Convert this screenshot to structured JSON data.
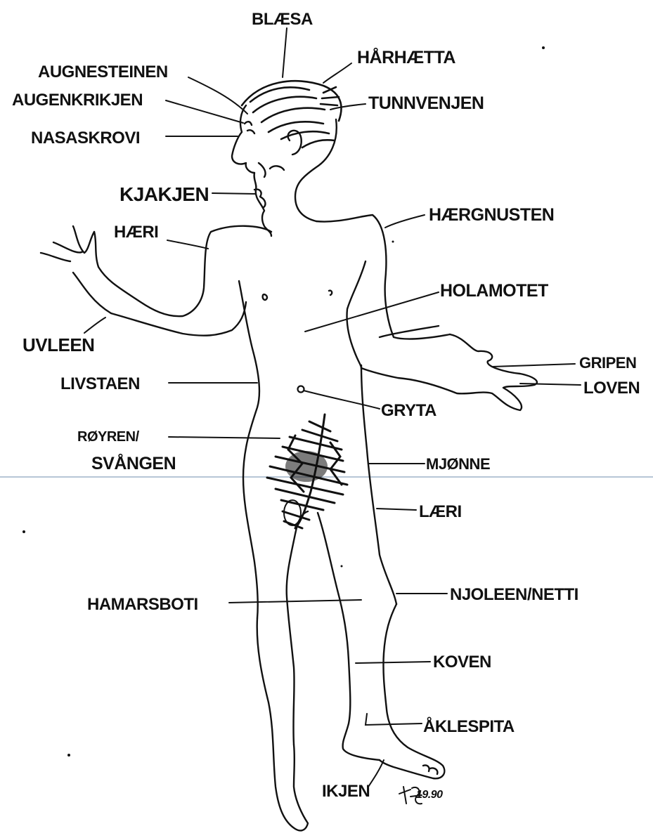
{
  "labels": {
    "blaesa": "BLÆSA",
    "harhaetta": "HÅRHÆTTA",
    "augnesteinen": "AUGNESTEINEN",
    "augenkrikjen": "AUGENKRIKJEN",
    "tunnvenjen": "TUNNVENJEN",
    "nasaskrovi": "NASASKROVI",
    "kjakjen": "KJAKJEN",
    "haergnusten": "HÆRGNUSTEN",
    "haeri": "HÆRI",
    "holamotet": "HOLAMOTET",
    "uvleen": "UVLEEN",
    "gripen": "GRIPEN",
    "livstaen": "LIVSTAEN",
    "loven": "LOVEN",
    "gryta": "GRYTA",
    "royren": "RØYREN/",
    "svangen": "SVÅNGEN",
    "mjonne": "MJØNNE",
    "laeri": "LÆRI",
    "hamarsboti": "HAMARSBOTI",
    "njoleen": "NJOLEEN/NETTI",
    "koven": "KOVEN",
    "aklespita": "ÅKLESPITA",
    "ikjen": "IKJEN"
  },
  "signature": "19.90"
}
